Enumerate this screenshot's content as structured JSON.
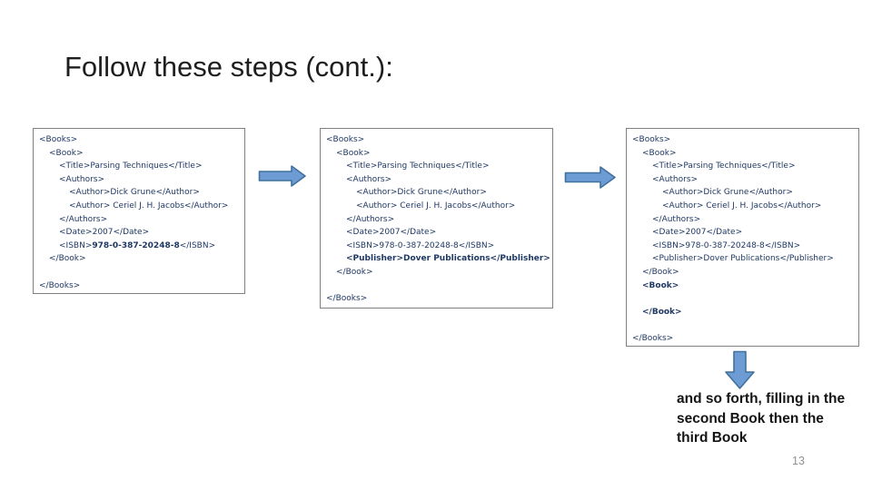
{
  "slide": {
    "title": "Follow these steps (cont.):",
    "caption": "and so forth, filling in the second Book then the third Book",
    "page_number": "13"
  },
  "colors": {
    "code_text": "#1F3864",
    "box_border": "#808080",
    "arrow_fill": "#6C9CD3",
    "arrow_stroke": "#41719C",
    "page_number": "#909090"
  },
  "icons": [
    {
      "name": "block-arrow-right-icon"
    },
    {
      "name": "block-arrow-right-icon"
    },
    {
      "name": "block-arrow-down-icon"
    }
  ],
  "code_boxes": [
    {
      "name": "xml-step-first-book",
      "lines": [
        {
          "indent": 0,
          "segments": [
            {
              "text": "<Books>",
              "bold": false
            }
          ]
        },
        {
          "indent": 1,
          "segments": [
            {
              "text": "<Book>",
              "bold": false
            }
          ]
        },
        {
          "indent": 2,
          "segments": [
            {
              "text": "<Title>Parsing Techniques</Title>",
              "bold": false
            }
          ]
        },
        {
          "indent": 2,
          "segments": [
            {
              "text": "<Authors>",
              "bold": false
            }
          ]
        },
        {
          "indent": 3,
          "segments": [
            {
              "text": "<Author>Dick Grune</Author>",
              "bold": false
            }
          ]
        },
        {
          "indent": 3,
          "segments": [
            {
              "text": "<Author> Ceriel J. H. Jacobs</Author>",
              "bold": false
            }
          ]
        },
        {
          "indent": 2,
          "segments": [
            {
              "text": "</Authors>",
              "bold": false
            }
          ]
        },
        {
          "indent": 2,
          "segments": [
            {
              "text": "<Date>2007</Date>",
              "bold": false
            }
          ]
        },
        {
          "indent": 2,
          "segments": [
            {
              "text": "<ISBN>",
              "bold": false
            },
            {
              "text": "978-0-387-20248-8",
              "bold": true
            },
            {
              "text": "</ISBN>",
              "bold": false
            }
          ]
        },
        {
          "indent": 1,
          "segments": [
            {
              "text": "</Book>",
              "bold": false
            }
          ]
        },
        {
          "indent": 0,
          "segments": []
        },
        {
          "indent": 0,
          "segments": [
            {
              "text": "</Books>",
              "bold": false
            }
          ]
        }
      ]
    },
    {
      "name": "xml-step-add-publisher",
      "lines": [
        {
          "indent": 0,
          "segments": [
            {
              "text": "<Books>",
              "bold": false
            }
          ]
        },
        {
          "indent": 1,
          "segments": [
            {
              "text": "<Book>",
              "bold": false
            }
          ]
        },
        {
          "indent": 2,
          "segments": [
            {
              "text": "<Title>Parsing Techniques</Title>",
              "bold": false
            }
          ]
        },
        {
          "indent": 2,
          "segments": [
            {
              "text": "<Authors>",
              "bold": false
            }
          ]
        },
        {
          "indent": 3,
          "segments": [
            {
              "text": "<Author>Dick Grune</Author>",
              "bold": false
            }
          ]
        },
        {
          "indent": 3,
          "segments": [
            {
              "text": "<Author> Ceriel J. H. Jacobs</Author>",
              "bold": false
            }
          ]
        },
        {
          "indent": 2,
          "segments": [
            {
              "text": "</Authors>",
              "bold": false
            }
          ]
        },
        {
          "indent": 2,
          "segments": [
            {
              "text": "<Date>2007</Date>",
              "bold": false
            }
          ]
        },
        {
          "indent": 2,
          "segments": [
            {
              "text": "<ISBN>978-0-387-20248-8</ISBN>",
              "bold": false
            }
          ]
        },
        {
          "indent": 2,
          "segments": [
            {
              "text": "<Publisher>Dover Publications</Publisher>",
              "bold": true
            }
          ]
        },
        {
          "indent": 1,
          "segments": [
            {
              "text": "</Book>",
              "bold": false
            }
          ]
        },
        {
          "indent": 0,
          "segments": []
        },
        {
          "indent": 0,
          "segments": [
            {
              "text": "</Books>",
              "bold": false
            }
          ]
        }
      ]
    },
    {
      "name": "xml-step-second-book",
      "lines": [
        {
          "indent": 0,
          "segments": [
            {
              "text": "<Books>",
              "bold": false
            }
          ]
        },
        {
          "indent": 1,
          "segments": [
            {
              "text": "<Book>",
              "bold": false
            }
          ]
        },
        {
          "indent": 2,
          "segments": [
            {
              "text": "<Title>Parsing Techniques</Title>",
              "bold": false
            }
          ]
        },
        {
          "indent": 2,
          "segments": [
            {
              "text": "<Authors>",
              "bold": false
            }
          ]
        },
        {
          "indent": 3,
          "segments": [
            {
              "text": "<Author>Dick Grune</Author>",
              "bold": false
            }
          ]
        },
        {
          "indent": 3,
          "segments": [
            {
              "text": "<Author> Ceriel J. H. Jacobs</Author>",
              "bold": false
            }
          ]
        },
        {
          "indent": 2,
          "segments": [
            {
              "text": "</Authors>",
              "bold": false
            }
          ]
        },
        {
          "indent": 2,
          "segments": [
            {
              "text": "<Date>2007</Date>",
              "bold": false
            }
          ]
        },
        {
          "indent": 2,
          "segments": [
            {
              "text": "<ISBN>978-0-387-20248-8</ISBN>",
              "bold": false
            }
          ]
        },
        {
          "indent": 2,
          "segments": [
            {
              "text": "<Publisher>Dover Publications</Publisher>",
              "bold": false
            }
          ]
        },
        {
          "indent": 1,
          "segments": [
            {
              "text": "</Book>",
              "bold": false
            }
          ]
        },
        {
          "indent": 1,
          "segments": [
            {
              "text": "<Book>",
              "bold": true
            }
          ]
        },
        {
          "indent": 0,
          "segments": []
        },
        {
          "indent": 1,
          "segments": [
            {
              "text": "</Book>",
              "bold": true
            }
          ]
        },
        {
          "indent": 0,
          "segments": []
        },
        {
          "indent": 0,
          "segments": [
            {
              "text": "</Books>",
              "bold": false
            }
          ]
        }
      ]
    }
  ]
}
